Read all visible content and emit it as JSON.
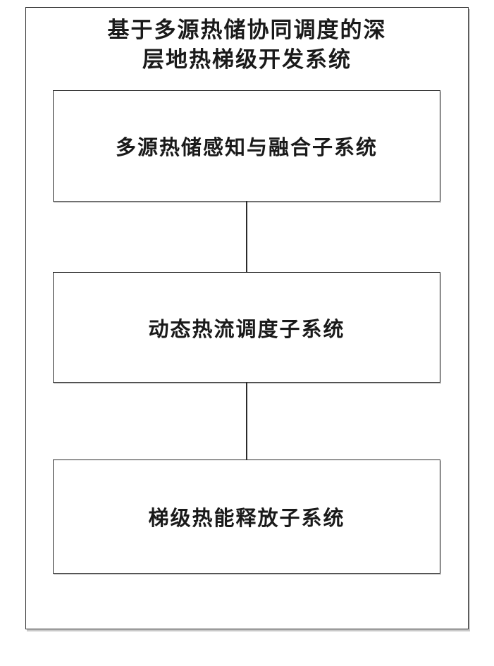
{
  "diagram": {
    "title_line1": "基于多源热储协同调度的深",
    "title_line2": "层地热梯级开发系统",
    "boxes": [
      {
        "label": "多源热储感知与融合子系统"
      },
      {
        "label": "动态热流调度子系统"
      },
      {
        "label": "梯级热能释放子系统"
      }
    ],
    "colors": {
      "line": "#2b2b2b",
      "background": "#ffffff",
      "shadow": "#c9c9c9"
    }
  }
}
